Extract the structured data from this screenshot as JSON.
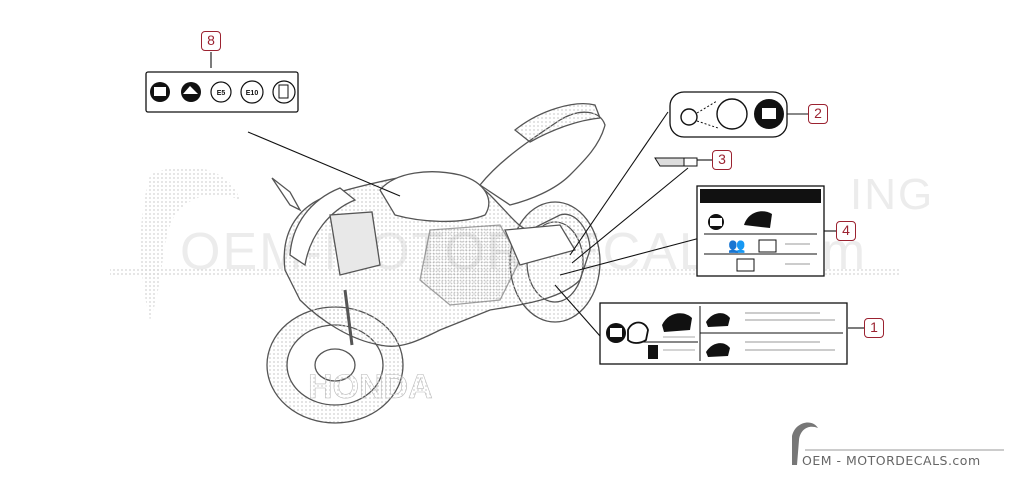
{
  "callouts": {
    "c1": "1",
    "c2": "2",
    "c3": "3",
    "c4": "4",
    "c8": "8"
  },
  "label_8_icons": [
    "book-icon",
    "fuel-pump-icon",
    "E5",
    "E10",
    "fuel-can-icon"
  ],
  "brand_text": "HONDA",
  "watermark": {
    "text": "OEM - MOTORDECALS.com",
    "background_text": "OEM-MOTORDECALS.com",
    "background_partial": "ING"
  },
  "colors": {
    "callout": "#9b2230",
    "line": "#222222",
    "watermark": "#e3e3e3"
  }
}
